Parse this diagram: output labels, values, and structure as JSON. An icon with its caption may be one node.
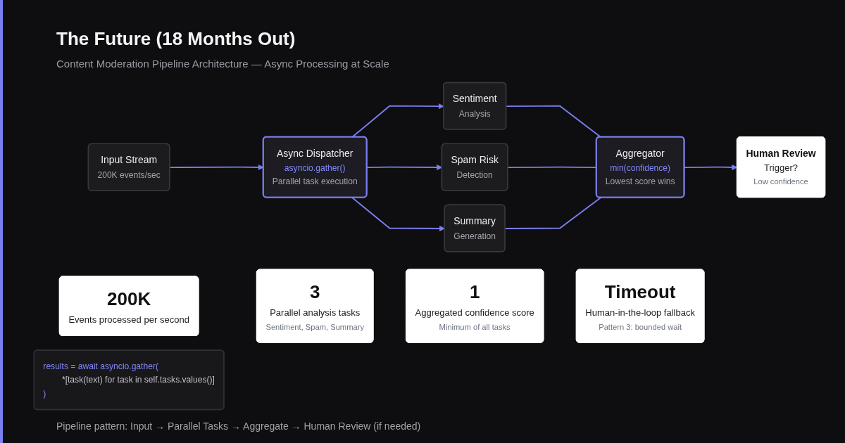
{
  "diagram": {
    "title": "The Future (18 Months Out)",
    "nodes": [
      {
        "text": [
          "Input Stream",
          "200K events/sec"
        ]
      },
      {
        "text": [
          "Async Dispatcher",
          "asyncio.gather()",
          "Parallel task execution"
        ]
      },
      {
        "text": [
          "Sentiment",
          "Analysis"
        ]
      },
      {
        "text": [
          "Spam Risk",
          "Detection"
        ]
      },
      {
        "text": [
          "Summary",
          "Generation"
        ]
      },
      {
        "text": [
          "Aggregator",
          "min(confidence)",
          "Lowest score wins"
        ]
      },
      {
        "text": [
          "Human Review",
          "Trigger?",
          "Low confidence"
        ]
      },
      {
        "text": [
          "200K",
          "Events processed per second"
        ]
      },
      {
        "text": [
          "3",
          "Parallel analysis tasks",
          "Sentiment, Spam, Summary"
        ]
      },
      {
        "text": [
          "1",
          "Aggregated confidence score",
          "Minimum of all tasks"
        ]
      },
      {
        "text": [
          "Timeout",
          "Human-in-the-loop fallback",
          "Pattern 3: bounded wait"
        ]
      },
      {
        "text": [
          "results = await asyncio.gather(",
          "*[task(text) for task in self.tasks.values()]",
          ")"
        ]
      }
    ],
    "edges": [
      {
        "from": 0,
        "to": 1,
        "arrow": "to"
      },
      {
        "from": 1,
        "to": 2,
        "arrow": "to"
      },
      {
        "from": 1,
        "to": 3,
        "arrow": "to"
      },
      {
        "from": 1,
        "to": 4,
        "arrow": "to"
      },
      {
        "from": 2,
        "to": 5,
        "arrow": "none"
      },
      {
        "from": 3,
        "to": 5,
        "arrow": "none"
      },
      {
        "from": 4,
        "to": 5,
        "arrow": "none"
      },
      {
        "from": 5,
        "to": 6,
        "arrow": "to"
      }
    ],
    "labels": [
      "Content Moderation Pipeline Architecture — Async Processing at Scale",
      "Pipeline pattern: Input → Parallel Tasks → Aggregate → Human Review (if needed)"
    ]
  }
}
